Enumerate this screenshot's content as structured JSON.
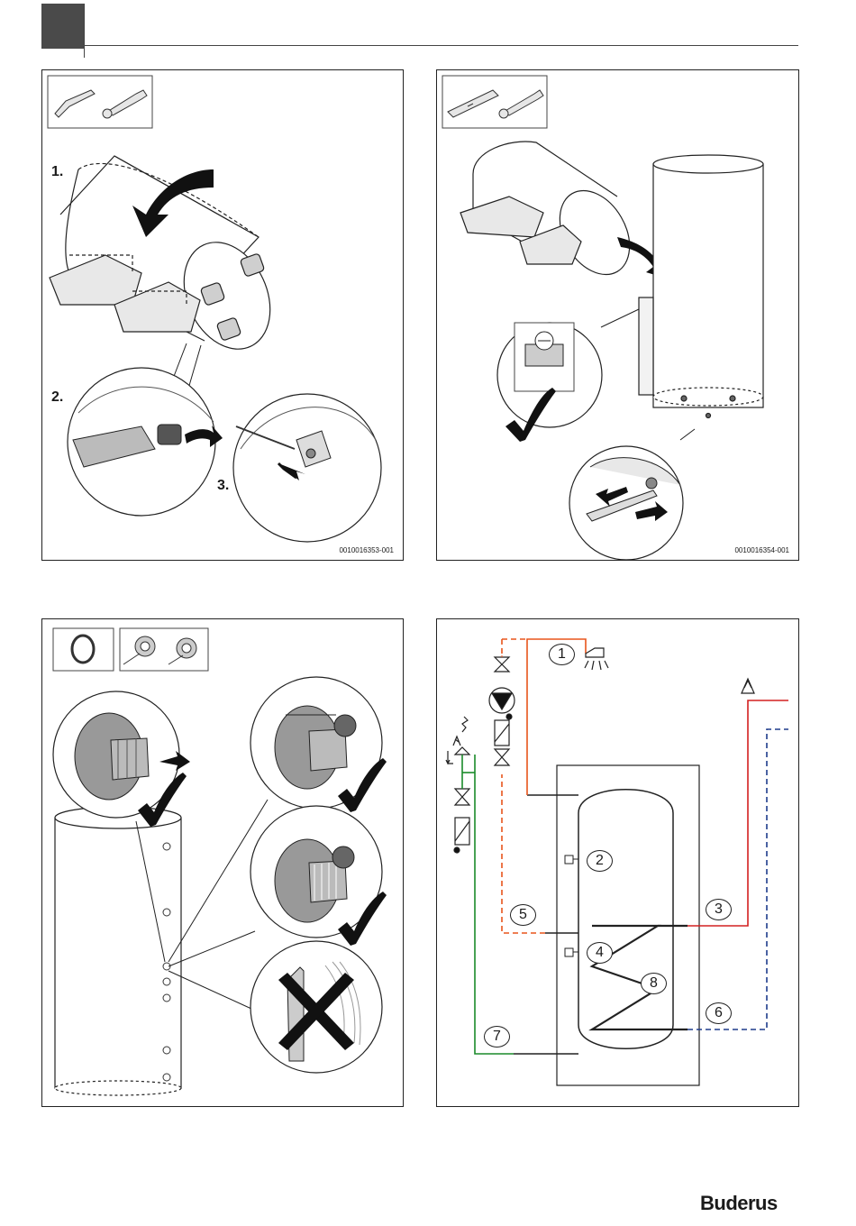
{
  "brand": {
    "logo_text": "Buderus"
  },
  "panels": [
    {
      "id": "remove-insulation-feet",
      "steps": [
        "1.",
        "2.",
        "3."
      ],
      "figure_id": "0010016353-001",
      "tools": [
        "scraper-tool-icon",
        "wrench-icon"
      ]
    },
    {
      "id": "align-cylinder",
      "figure_id": "0010016354-001",
      "tools": [
        "spirit-level-icon",
        "wrench-icon"
      ]
    },
    {
      "id": "seal-connections",
      "tools": [
        "o-ring-icon",
        "ptfe-tape-icon"
      ]
    },
    {
      "id": "connection-diagram",
      "callouts": [
        "1",
        "2",
        "3",
        "4",
        "5",
        "6",
        "7",
        "8"
      ],
      "colors": {
        "hot_water": "#e8551c",
        "flow": "#d42020",
        "return": "#1e3c8c",
        "cold_water": "#1a8a2a"
      }
    }
  ]
}
